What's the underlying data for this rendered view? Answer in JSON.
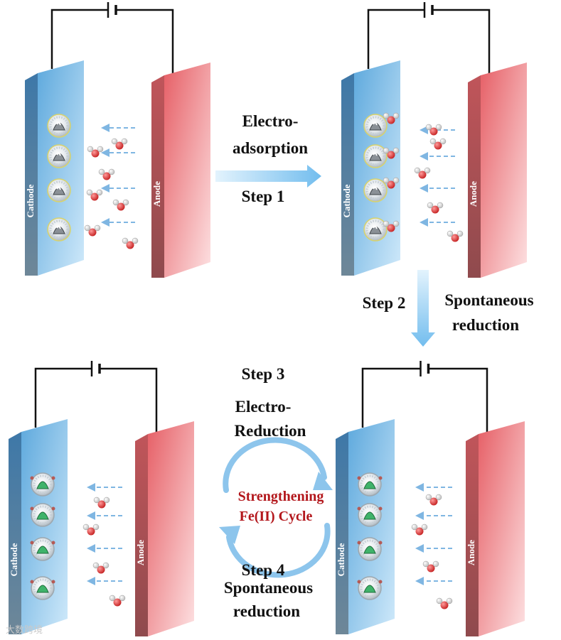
{
  "labels": {
    "step1_title_line1": "Electro-",
    "step1_title_line2": "adsorption",
    "step1": "Step 1",
    "step2": "Step 2",
    "step2_desc_line1": "Spontaneous",
    "step2_desc_line2": "reduction",
    "step3": "Step 3",
    "step3_desc_line1": "Electro-",
    "step3_desc_line2": "Reduction",
    "cycle_line1": "Strengthening",
    "cycle_line2": "Fe(II) Cycle",
    "step4": "Step 4",
    "step4_desc_line1": "Spontaneous",
    "step4_desc_line2": "reduction"
  },
  "cells": [
    {
      "id": "cell-top-left",
      "cathode_label": "Cathode",
      "anode_label": "Anode",
      "core": "grey"
    },
    {
      "id": "cell-top-right",
      "cathode_label": "Cathode",
      "anode_label": "Anode",
      "core": "grey"
    },
    {
      "id": "cell-bottom-left",
      "cathode_label": "Cathode",
      "anode_label": "Anode",
      "core": "green"
    },
    {
      "id": "cell-bottom-right",
      "cathode_label": "Cathode",
      "anode_label": "Anode",
      "core": "green"
    }
  ],
  "colors": {
    "cathode": "#5aa6d9",
    "anode": "#e8646b",
    "arrow": "#8fc7ee",
    "cycle_text": "#b3171c",
    "oxygen": "#e03a3a",
    "hydrogen": "#f2f2f2"
  },
  "watermark": "大数跨境"
}
